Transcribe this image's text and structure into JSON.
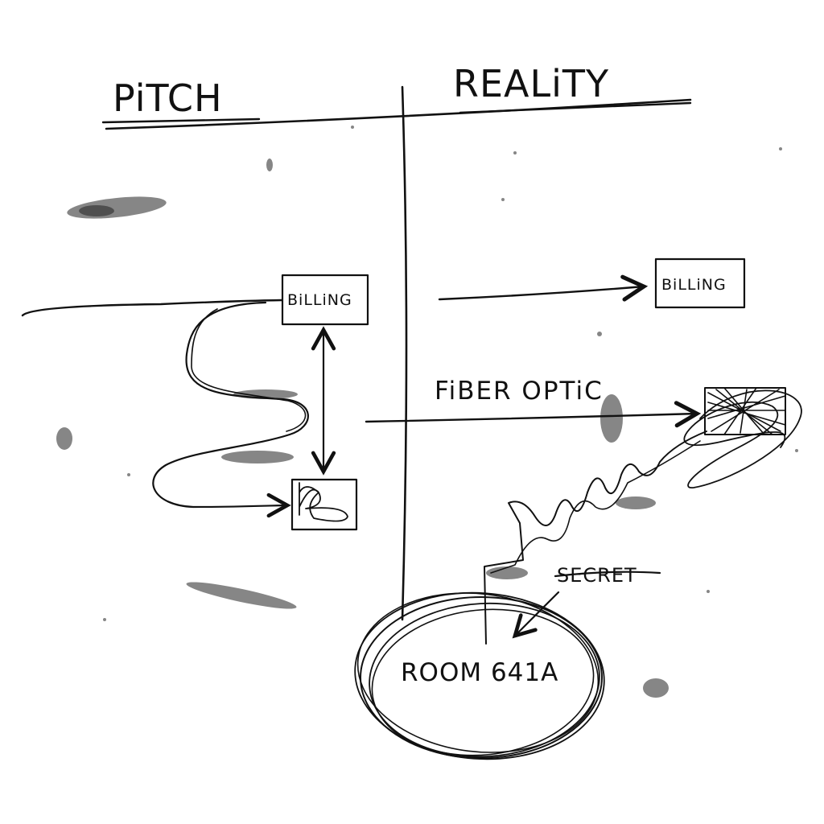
{
  "headers": {
    "left": "PiTCH",
    "right": "REALiTY"
  },
  "left_panel": {
    "billing_box_label": "BiLLiNG"
  },
  "right_panel": {
    "billing_box_label": "BiLLiNG",
    "fiber_label": "FiBER OPTiC",
    "secret_label": "SECRET",
    "room_label": "ROOM 641A"
  },
  "colors": {
    "ink": "#111111",
    "paper": "#ffffff"
  }
}
